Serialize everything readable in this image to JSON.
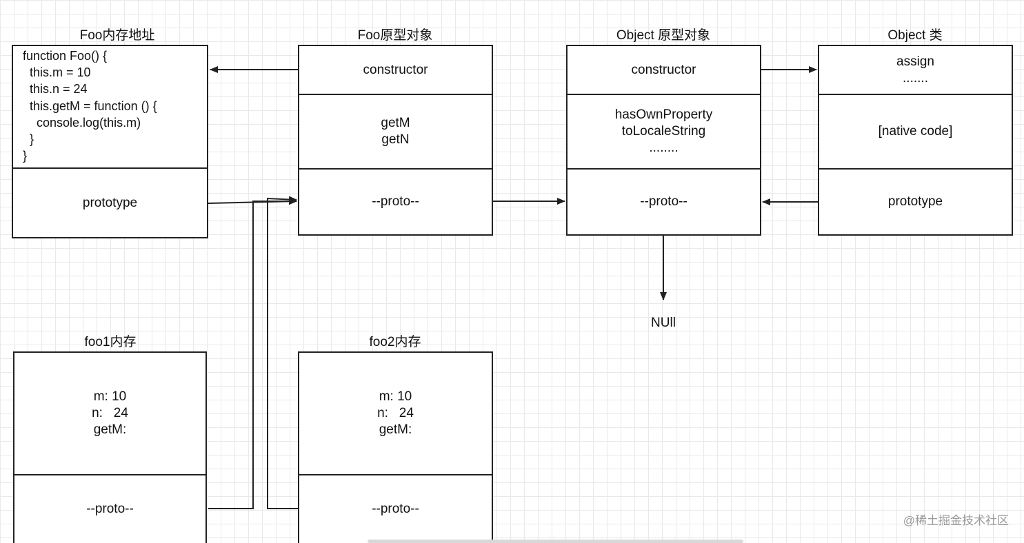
{
  "titles": {
    "foo_memory": "Foo内存地址",
    "foo_prototype": "Foo原型对象",
    "object_prototype": "Object 原型对象",
    "object_class": "Object 类",
    "foo1_memory": "foo1内存",
    "foo2_memory": "foo2内存"
  },
  "foo_memory": {
    "code": "function Foo() {\n  this.m = 10\n  this.n = 24\n  this.getM = function () {\n    console.log(this.m)\n  }\n}",
    "prototype": "prototype"
  },
  "foo_prototype": {
    "constructor": "constructor",
    "methods": "getM\ngetN",
    "proto": "--proto--"
  },
  "object_prototype": {
    "constructor": "constructor",
    "methods": "hasOwnProperty\ntoLocaleString\n........",
    "proto": "--proto--"
  },
  "object_class": {
    "assign": "assign\n.......",
    "native": "[native code]",
    "prototype": "prototype"
  },
  "null_label": "NUll",
  "foo1_memory": {
    "props": "m: 10\nn:   24\ngetM:",
    "proto": "--proto--"
  },
  "foo2_memory": {
    "props": "m: 10\nn:   24\ngetM:",
    "proto": "--proto--"
  },
  "watermark": "@稀土掘金技术社区"
}
